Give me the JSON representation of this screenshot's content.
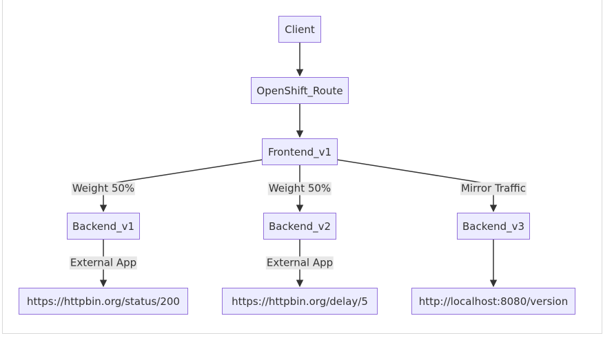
{
  "diagram": {
    "nodes": {
      "client": "Client",
      "route": "OpenShift_Route",
      "frontend": "Frontend_v1",
      "backend_v1": "Backend_v1",
      "backend_v2": "Backend_v2",
      "backend_v3": "Backend_v3",
      "target_v1": "https://httpbin.org/status/200",
      "target_v2": "https://httpbin.org/delay/5",
      "target_v3": "http://localhost:8080/version"
    },
    "edge_labels": {
      "to_v1": "Weight 50%",
      "to_v2": "Weight 50%",
      "to_v3": "Mirror Traffic",
      "v1_ext": "External App",
      "v2_ext": "External App"
    },
    "colors": {
      "node_fill": "#ececff",
      "node_border": "#9370db",
      "edge": "#333333",
      "label_bg": "#e8e8e8"
    }
  }
}
